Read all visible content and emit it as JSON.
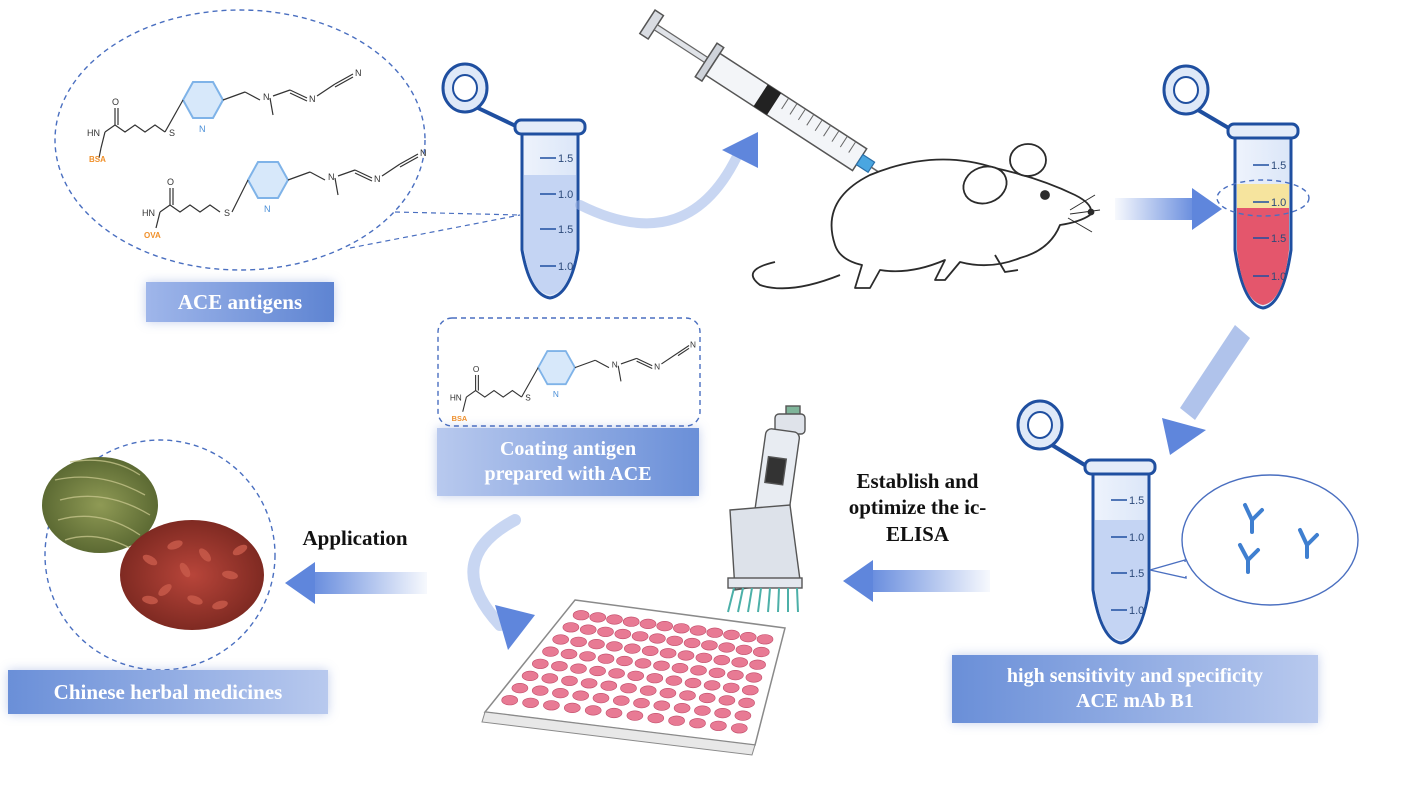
{
  "labels": {
    "ace_antigens": "ACE antigens",
    "coating_line1": "Coating antigen",
    "coating_line2": "prepared with ACE",
    "chinese_herbal": "Chinese herbal medicines",
    "application": "Application",
    "establish_line1": "Establish and",
    "establish_line2": "optimize the ic-",
    "establish_line3": "ELISA",
    "mab_line1": "high sensitivity and specificity",
    "mab_line2": "ACE mAb B1"
  },
  "chem": {
    "hn": "HN",
    "o": "O",
    "s": "S",
    "n": "N",
    "bsa": "BSA",
    "ova": "OVA"
  },
  "tube_ticks": {
    "t1": "1.5",
    "t2": "1.0",
    "t3": "1.5",
    "t4": "1.0"
  },
  "colors": {
    "label_box": "#6a8fd8",
    "dashed": "#4a6fc0",
    "arrow": "#5f86dc",
    "pyridine": "#7fb3e8",
    "tube_liquid": "#c9d8f5",
    "serum": "#e45a70",
    "plasma": "#f4e29a",
    "well": "#e87a94"
  }
}
